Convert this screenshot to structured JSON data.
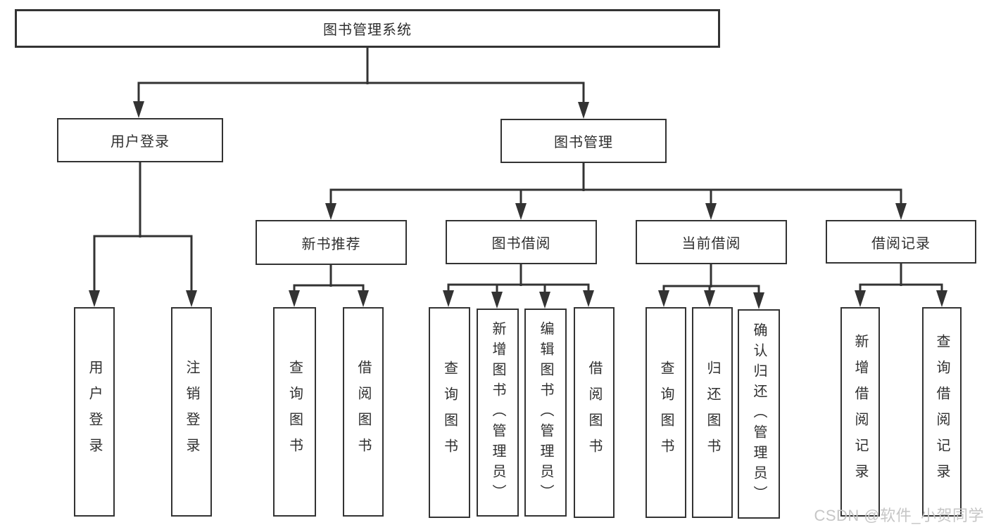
{
  "diagram": {
    "root_label": "图书管理系统",
    "level2": [
      {
        "label": "用户登录"
      },
      {
        "label": "图书管理"
      }
    ],
    "level3": [
      {
        "label": "新书推荐"
      },
      {
        "label": "图书借阅"
      },
      {
        "label": "当前借阅"
      },
      {
        "label": "借阅记录"
      }
    ],
    "leaves": {
      "user_login": [
        "用户登录",
        "注销登录"
      ],
      "new_book": [
        "查询图书",
        "借阅图书"
      ],
      "borrow": [
        "查询图书",
        "新增图书（管理员）",
        "编辑图书（管理员）",
        "借阅图书"
      ],
      "current": [
        "查询图书",
        "归还图书",
        "确认归还（管理员）"
      ],
      "records": [
        "新增借阅记录",
        "查询借阅记录"
      ]
    }
  },
  "watermark": {
    "text": "CSDN @软件_小贺同学"
  },
  "colors": {
    "line": "#333333",
    "box_border": "#333333",
    "text": "#2f2f2f",
    "watermark": "#c6c6c6",
    "background": "#ffffff"
  }
}
